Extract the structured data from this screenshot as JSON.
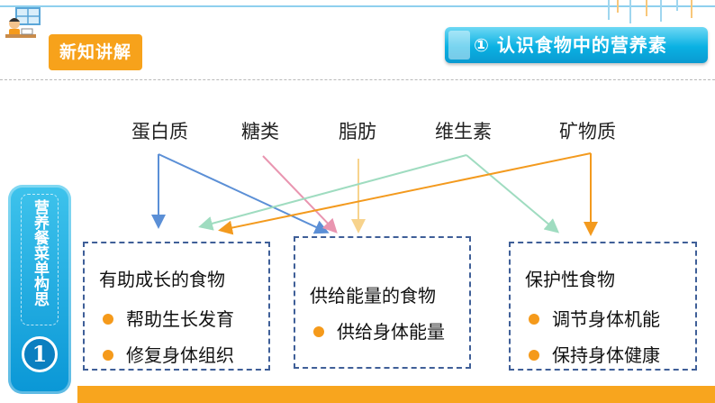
{
  "header": {
    "badge": "新知讲解",
    "title": "① 认识食物中的营养素"
  },
  "side_tab": {
    "label": "营养餐菜单构思",
    "number": "1"
  },
  "nutrients": [
    "蛋白质",
    "糖类",
    "脂肪",
    "维生素",
    "矿物质"
  ],
  "boxes": [
    {
      "title": "有助成长的食物",
      "items": [
        "帮助生长发育",
        "修复身体组织"
      ]
    },
    {
      "title": "供给能量的食物",
      "items": [
        "供给身体能量"
      ]
    },
    {
      "title": "保护性食物",
      "items": [
        "调节身体机能",
        "保持身体健康"
      ]
    }
  ],
  "colors": {
    "orange": "#f59a1b",
    "blue": "#0ab1e3",
    "box_border": "#3f5f98",
    "protein_arrow": "#5b8fd6",
    "sugar_arrow": "#e995b0",
    "fat_arrow": "#f7d38d",
    "vitamin_arrow": "#9fdcc0",
    "mineral_arrow": "#f39a1e"
  }
}
